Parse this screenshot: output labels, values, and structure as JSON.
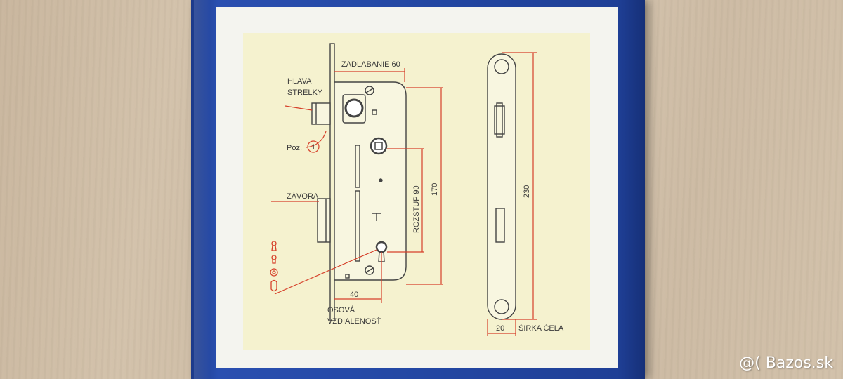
{
  "labels": {
    "zadlabanie": "ZADLABANIE 60",
    "hlava": "HLAVA",
    "strelky": "STRELKY",
    "poz": "Poz.",
    "poz_num": "1",
    "zavora": "ZÁVORA",
    "rozstup": "ROZSTUP 90",
    "height_170": "170",
    "dim_40": "40",
    "osova": "OSOVÁ",
    "vzdialenost": "VZDIALENOSŤ",
    "height_230": "230",
    "dim_20": "20",
    "sirka_cela": "ŠIRKA ČELA"
  },
  "watermark": "@( Bazos.sk",
  "colors": {
    "box_blue": "#2347a3",
    "dimension_red": "#d6402a",
    "panel_cream": "#f5f2cf",
    "line_dark": "#444444"
  }
}
